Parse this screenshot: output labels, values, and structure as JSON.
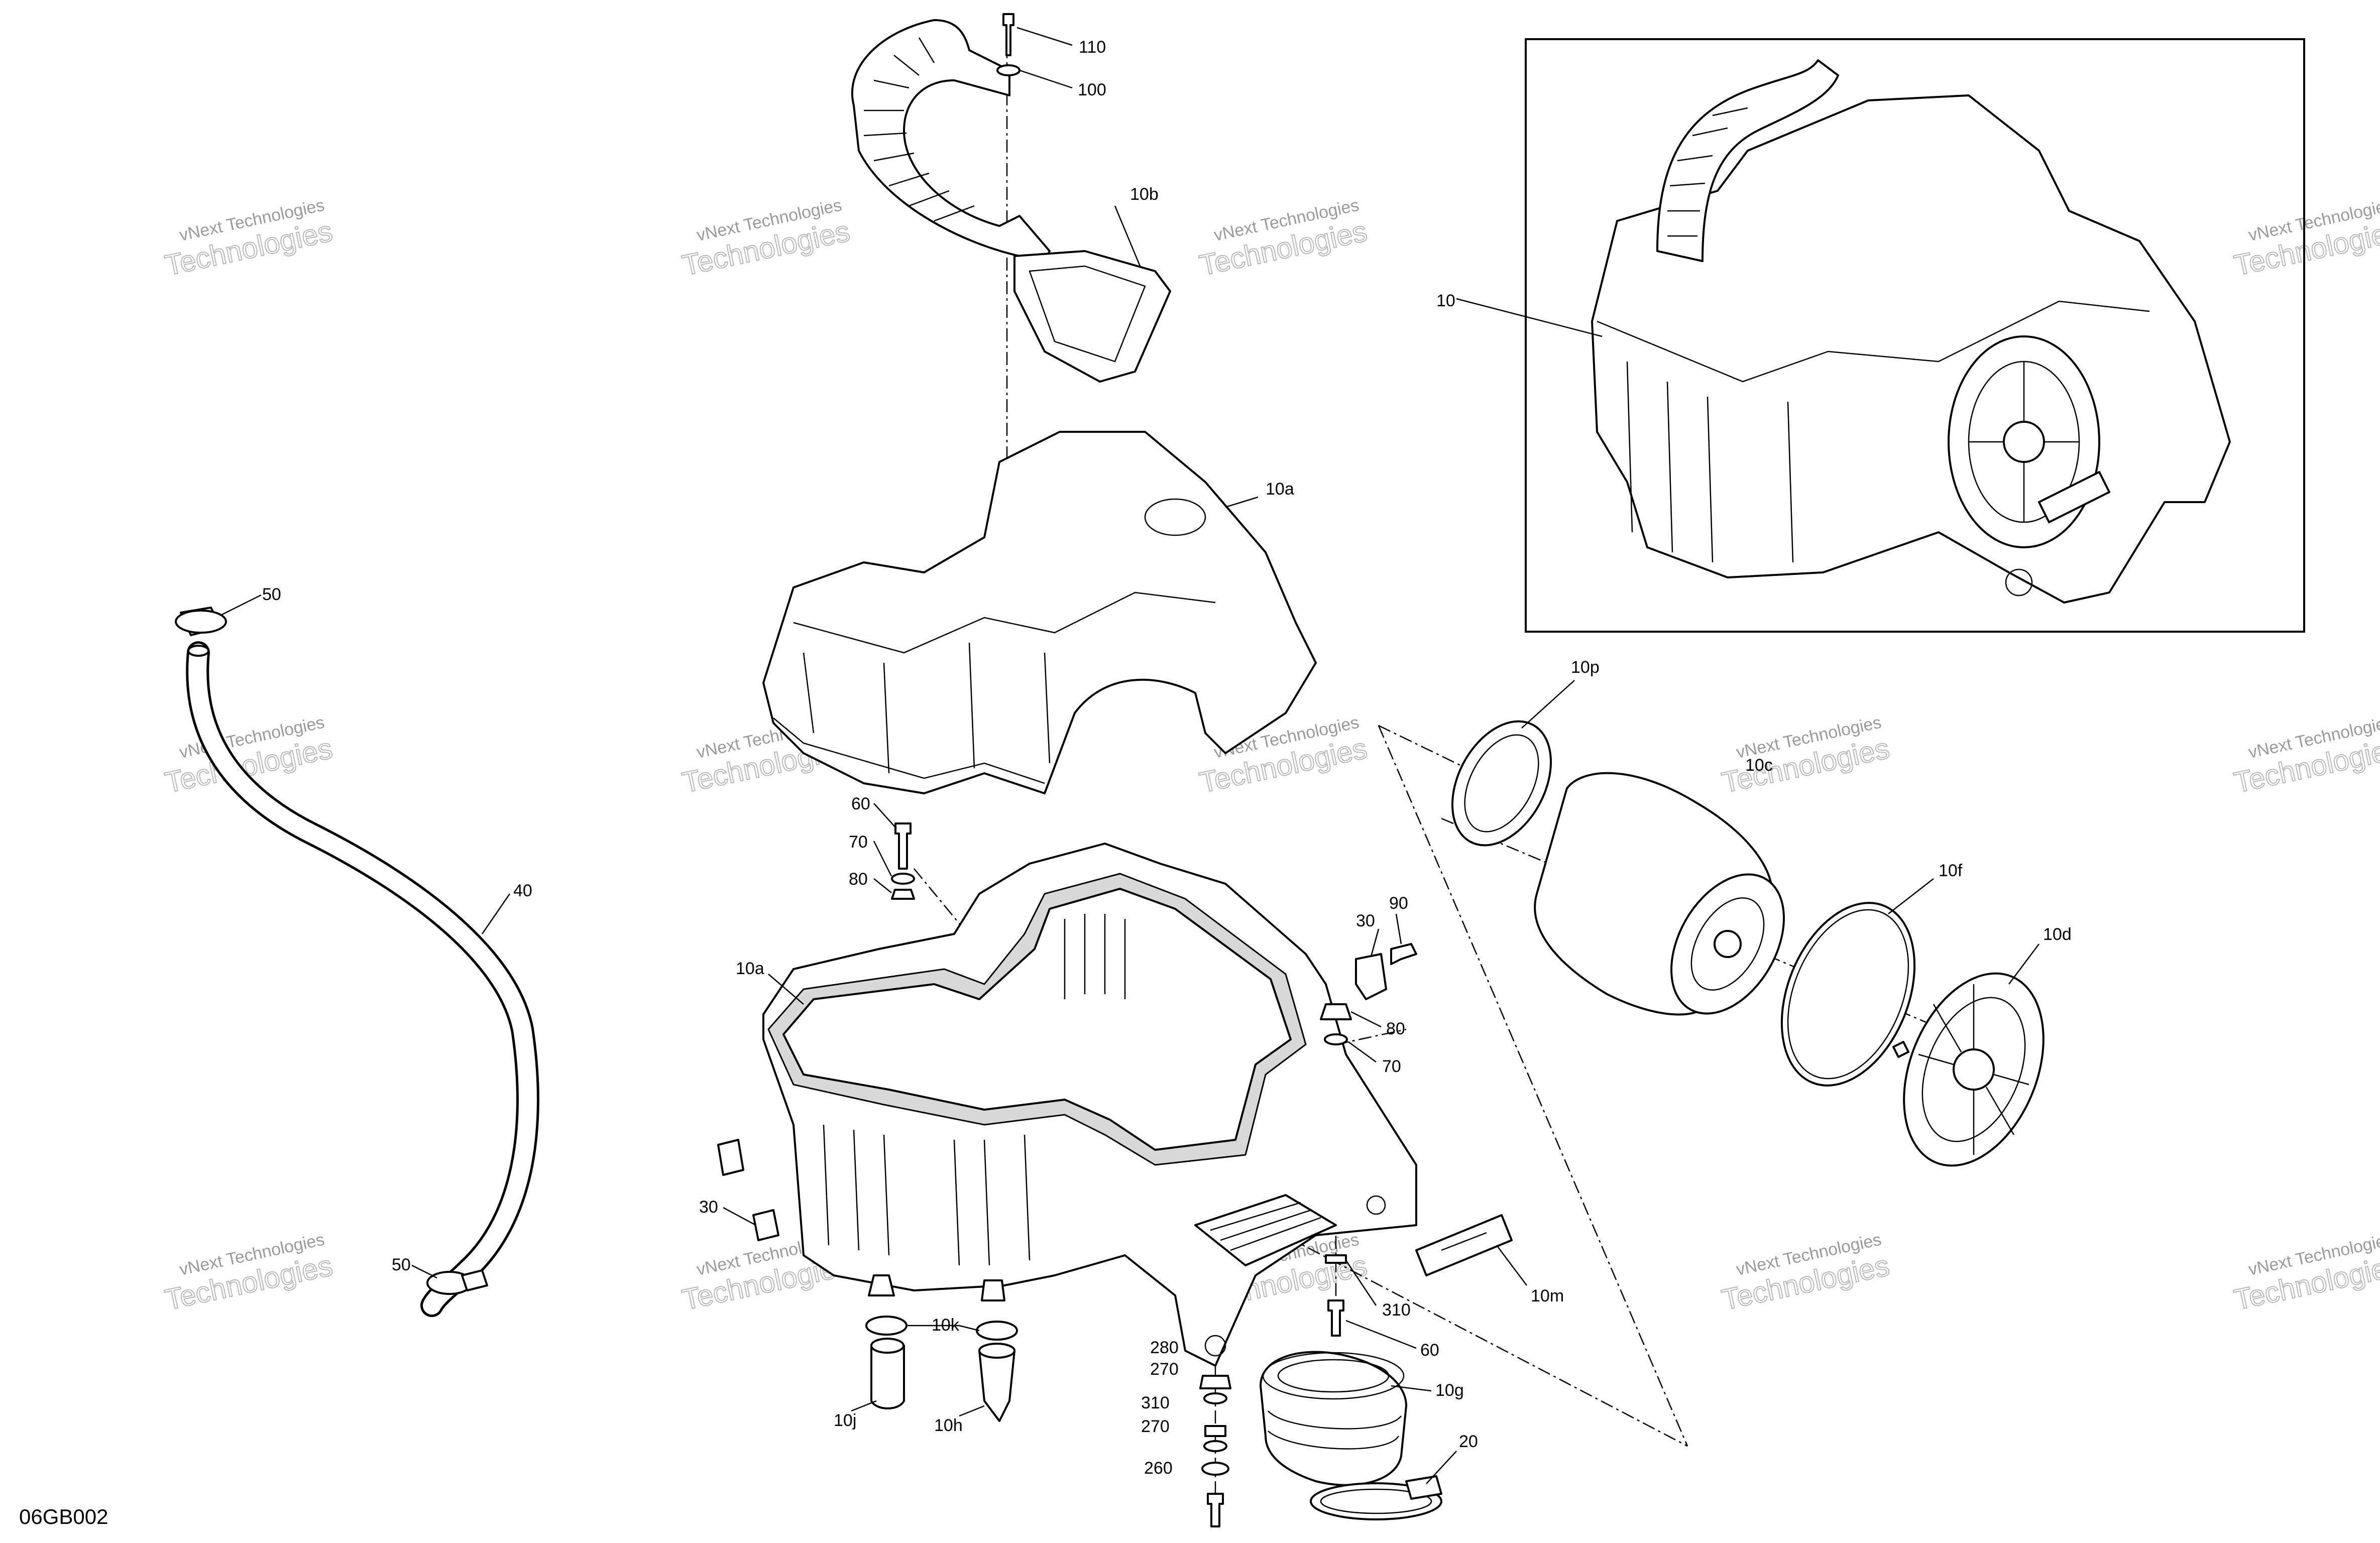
{
  "diagram_code": "06GB002",
  "watermark": {
    "line1": "vNext Technologies",
    "line2": "Technologies"
  },
  "callouts": [
    {
      "id": "c110",
      "label": "110"
    },
    {
      "id": "c100",
      "label": "100"
    },
    {
      "id": "c10b",
      "label": "10b"
    },
    {
      "id": "c10",
      "label": "10"
    },
    {
      "id": "c10a_top",
      "label": "10a"
    },
    {
      "id": "c50_top",
      "label": "50"
    },
    {
      "id": "c40",
      "label": "40"
    },
    {
      "id": "c50_bottom",
      "label": "50"
    },
    {
      "id": "c60_top",
      "label": "60"
    },
    {
      "id": "c70_top",
      "label": "70"
    },
    {
      "id": "c80_top",
      "label": "80"
    },
    {
      "id": "c10a_bottom",
      "label": "10a"
    },
    {
      "id": "c30_top",
      "label": "30"
    },
    {
      "id": "c90",
      "label": "90"
    },
    {
      "id": "c30_right",
      "label": "30"
    },
    {
      "id": "c80_right",
      "label": "80"
    },
    {
      "id": "c70_right",
      "label": "70"
    },
    {
      "id": "c30_left",
      "label": "30"
    },
    {
      "id": "c10p",
      "label": "10p"
    },
    {
      "id": "c10c",
      "label": "10c"
    },
    {
      "id": "c10f",
      "label": "10f"
    },
    {
      "id": "c10d",
      "label": "10d"
    },
    {
      "id": "c10m",
      "label": "10m"
    },
    {
      "id": "c310_right",
      "label": "310"
    },
    {
      "id": "c60_bottom",
      "label": "60"
    },
    {
      "id": "c10g",
      "label": "10g"
    },
    {
      "id": "c20",
      "label": "20"
    },
    {
      "id": "c280",
      "label": "280"
    },
    {
      "id": "c270_top",
      "label": "270"
    },
    {
      "id": "c310_left",
      "label": "310"
    },
    {
      "id": "c270_bottom",
      "label": "270"
    },
    {
      "id": "c260",
      "label": "260"
    },
    {
      "id": "c10k",
      "label": "10k"
    },
    {
      "id": "c10j",
      "label": "10j"
    },
    {
      "id": "c10h",
      "label": "10h"
    }
  ]
}
